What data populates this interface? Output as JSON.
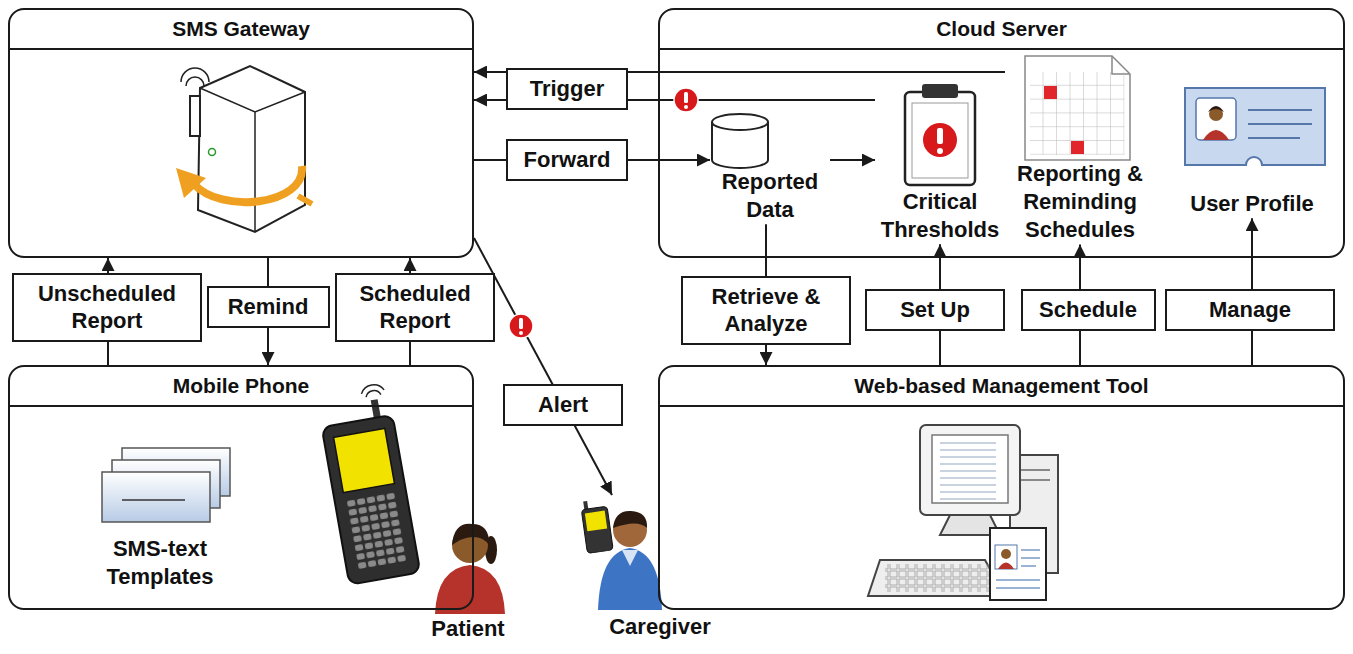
{
  "diagram": {
    "nodes": [
      {
        "text": [
          "SMS Gateway"
        ]
      },
      {
        "text": [
          "Cloud Server"
        ]
      },
      {
        "text": [
          "Reported Data"
        ],
        "in": 1
      },
      {
        "text": [
          "Critical Thresholds"
        ],
        "in": 1
      },
      {
        "text": [
          "Reporting & Reminding Schedules"
        ],
        "in": 1
      },
      {
        "text": [
          "User Profile"
        ],
        "in": 1
      },
      {
        "text": [
          "Mobile Phone"
        ]
      },
      {
        "text": [
          "SMS-text Templates"
        ],
        "in": 6
      },
      {
        "text": [
          "Web-based Management Tool"
        ]
      },
      {
        "text": [
          "Patient"
        ]
      },
      {
        "text": [
          "Caregiver"
        ]
      }
    ],
    "edges": [
      {
        "from": 6,
        "to": 0,
        "label": "Unscheduled Report",
        "arrow": "to"
      },
      {
        "from": 0,
        "to": 6,
        "label": "Remind",
        "arrow": "to"
      },
      {
        "from": 6,
        "to": 0,
        "label": "Scheduled Report",
        "arrow": "to"
      },
      {
        "from": 4,
        "to": 0,
        "label": "Trigger",
        "arrow": "to"
      },
      {
        "from": 3,
        "to": 0,
        "arrow": "to"
      },
      {
        "from": 0,
        "to": 2,
        "label": "Forward",
        "arrow": "to"
      },
      {
        "from": 2,
        "to": 3,
        "arrow": "to"
      },
      {
        "from": 0,
        "to": 10,
        "label": "Alert",
        "arrow": "to"
      },
      {
        "from": 2,
        "to": 8,
        "label": "Retrieve & Analyze",
        "arrow": "to"
      },
      {
        "from": 8,
        "to": 3,
        "label": "Set Up",
        "arrow": "to"
      },
      {
        "from": 8,
        "to": 4,
        "label": "Schedule",
        "arrow": "to"
      },
      {
        "from": 8,
        "to": 5,
        "label": "Manage",
        "arrow": "to"
      }
    ]
  }
}
